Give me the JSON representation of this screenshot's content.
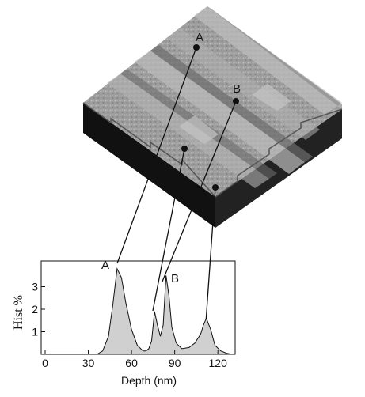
{
  "figure": {
    "surface_labels": {
      "a": "A",
      "b": "B"
    },
    "peak_labels": {
      "a": "A",
      "b": "B"
    }
  },
  "chart_data": {
    "type": "area",
    "xlabel": "Depth (nm)",
    "ylabel": "Hist %",
    "x_ticks": [
      "0",
      "30",
      "60",
      "90",
      "120"
    ],
    "y_ticks": [
      "1",
      "2",
      "3"
    ],
    "xlim": [
      0,
      132
    ],
    "ylim": [
      0,
      4
    ],
    "fill_color": "#d0d0d0",
    "x": [
      0,
      36,
      40,
      44,
      47,
      50,
      53,
      56,
      60,
      64,
      68,
      70,
      72,
      74,
      76,
      78,
      80,
      82,
      84,
      86,
      88,
      91,
      95,
      100,
      104,
      108,
      110,
      112,
      115,
      118,
      122,
      126,
      130
    ],
    "y": [
      0,
      0,
      0.15,
      0.8,
      2.2,
      3.8,
      3.4,
      2.3,
      1.1,
      0.4,
      0.15,
      0.15,
      0.25,
      0.6,
      1.9,
      1.3,
      0.8,
      1.3,
      3.5,
      2.6,
      1.2,
      0.5,
      0.25,
      0.3,
      0.5,
      0.9,
      1.3,
      1.6,
      1.1,
      0.4,
      0.15,
      0.05,
      0
    ],
    "peaks": [
      {
        "label": "A",
        "x": 50,
        "y": 3.8
      },
      {
        "label": "B",
        "x": 84,
        "y": 3.5
      }
    ]
  }
}
